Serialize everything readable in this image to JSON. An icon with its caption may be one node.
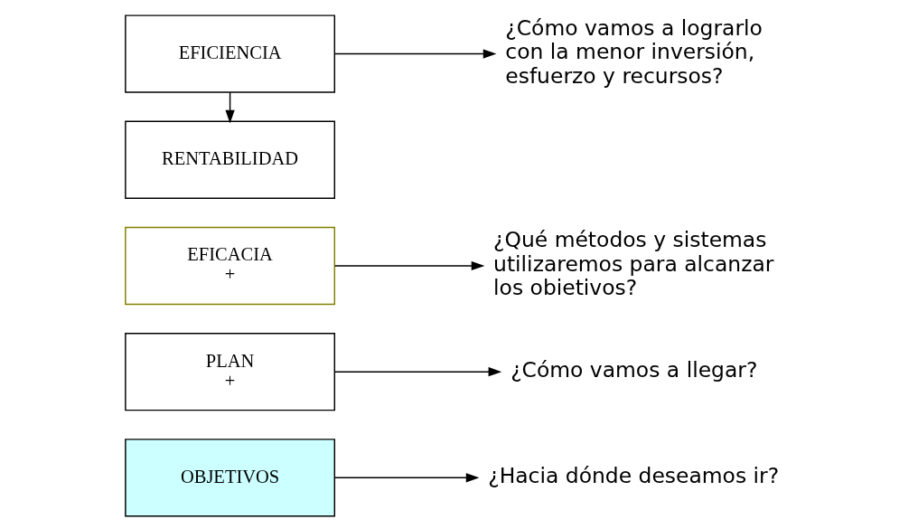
{
  "diagram": {
    "nodes": [
      {
        "text": [
          "OBJETIVOS"
        ]
      },
      {
        "text": [
          "¿Hacia dónde deseamos ir?"
        ]
      },
      {
        "text": [
          "PLAN",
          "+"
        ]
      },
      {
        "text": [
          "¿Cómo vamos a llegar?"
        ]
      },
      {
        "text": [
          "EFICACIA",
          "+"
        ]
      },
      {
        "text": [
          "¿Qué métodos y sistemas utilizaremos para alcanzar los obietivos?"
        ]
      },
      {
        "text": [
          "EFICIENCIA"
        ]
      },
      {
        "text": [
          "¿Cómo vamos a lograrlo con la menor inversión, esfuerzo y recursos?"
        ]
      },
      {
        "text": [
          "RENTABILIDAD"
        ]
      }
    ],
    "edges": [
      {
        "from": 0,
        "to": 1,
        "arrow": "to"
      },
      {
        "from": 2,
        "to": 3,
        "arrow": "to"
      },
      {
        "from": 4,
        "to": 5,
        "arrow": "to"
      },
      {
        "from": 6,
        "to": 7,
        "arrow": "to"
      },
      {
        "from": 6,
        "to": 8,
        "arrow": "to"
      }
    ]
  }
}
